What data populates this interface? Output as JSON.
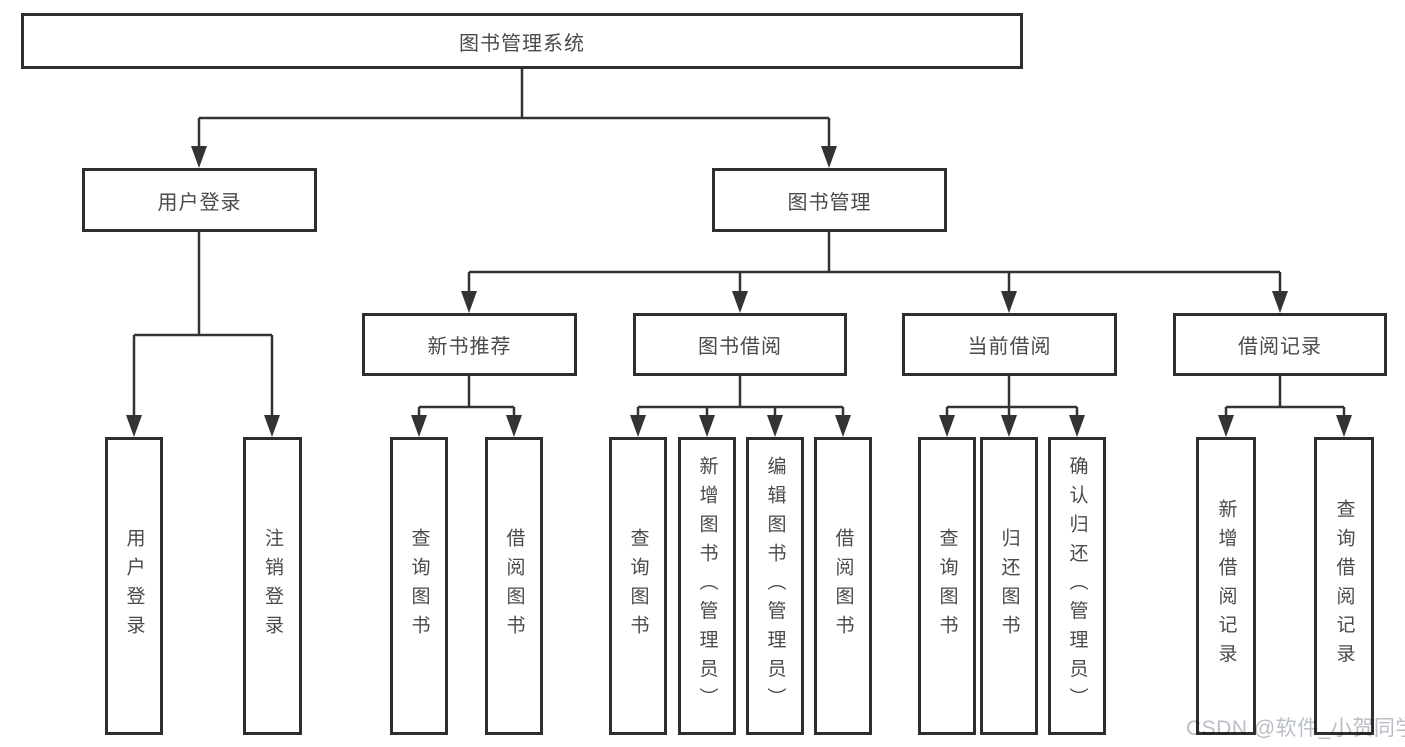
{
  "diagram": {
    "root": {
      "label": "图书管理系统"
    },
    "level2": [
      {
        "label": "用户登录"
      },
      {
        "label": "图书管理"
      }
    ],
    "level3": [
      {
        "label": "新书推荐"
      },
      {
        "label": "图书借阅"
      },
      {
        "label": "当前借阅"
      },
      {
        "label": "借阅记录"
      }
    ],
    "leaves": [
      {
        "label": "用户登录"
      },
      {
        "label": "注销登录"
      },
      {
        "label": "查询图书"
      },
      {
        "label": "借阅图书"
      },
      {
        "label": "查询图书"
      },
      {
        "label": "新增图书（管理员）"
      },
      {
        "label": "编辑图书（管理员）"
      },
      {
        "label": "借阅图书"
      },
      {
        "label": "查询图书"
      },
      {
        "label": "归还图书"
      },
      {
        "label": "确认归还（管理员）"
      },
      {
        "label": "新增借阅记录"
      },
      {
        "label": "查询借阅记录"
      }
    ]
  },
  "watermark": {
    "text": "CSDN @软件_小贺同学"
  },
  "colors": {
    "line": "#333333",
    "box_border": "#2e2e2e",
    "text": "#4a4a4a",
    "watermark": "#b9bec6",
    "background": "#ffffff"
  }
}
